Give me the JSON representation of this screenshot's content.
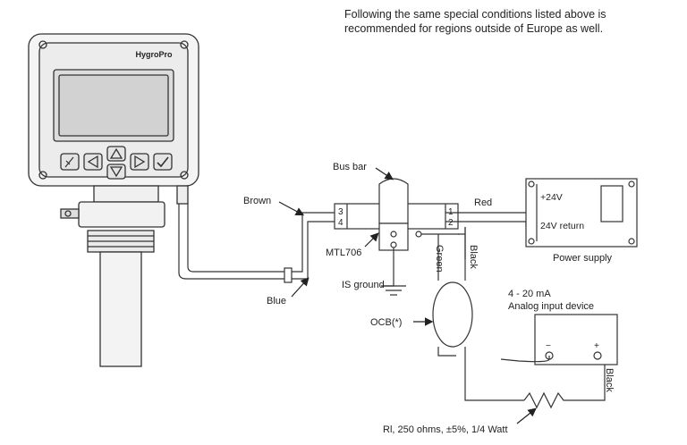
{
  "note": {
    "line1": "Following the same special conditions listed above is",
    "line2": "recommended for regions outside of Europe as well."
  },
  "device": {
    "brand": "HygroPro"
  },
  "labels": {
    "bus_bar": "Bus bar",
    "brown": "Brown",
    "blue": "Blue",
    "mtl706": "MTL706",
    "is_ground": "IS ground",
    "red": "Red",
    "green": "Green",
    "black_top": "Black",
    "black_right": "Black",
    "ocb": "OCB(*)",
    "power_supply": "Power supply",
    "plus24v": "+24V",
    "return24v": "24V return",
    "analog_line1": "4 - 20 mA",
    "analog_line2": "Analog input device",
    "resistor": "Rl, 250 ohms, ±5%, 1/4 Watt"
  },
  "terminals": {
    "t3": "3",
    "t4": "4",
    "t1": "1",
    "t2": "2"
  },
  "analog_pins": {
    "minus": "−",
    "plus": "+"
  }
}
